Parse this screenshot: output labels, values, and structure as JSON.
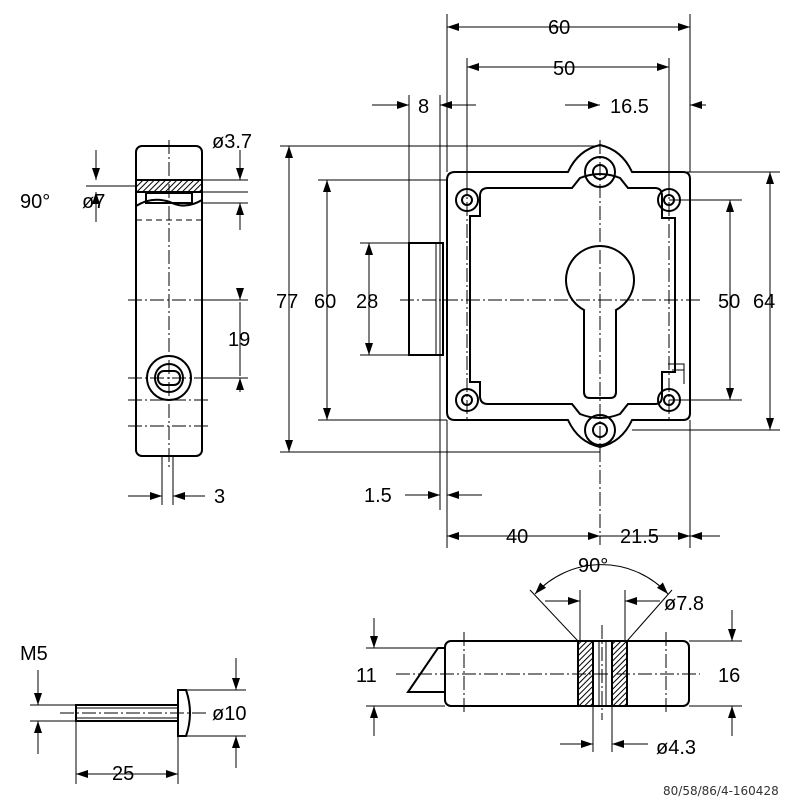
{
  "dimensions": {
    "top_width": "60",
    "top_inner": "50",
    "top_left_offset": "8",
    "top_right_offset": "16.5",
    "height_total": "77",
    "height_inner": "60",
    "height_bolt": "28",
    "right_height_inner": "50",
    "right_height_total": "64",
    "bottom_left_small": "1.5",
    "bottom_left": "40",
    "bottom_right": "21.5",
    "side_hole": "ø3.7",
    "side_angle": "90°",
    "side_countersink": "ø7",
    "side_spacing": "19",
    "side_offset": "3",
    "section_angle": "90°",
    "section_countersink": "ø7.8",
    "section_height_left": "11",
    "section_height_right": "16",
    "section_hole": "ø4.3",
    "screw_thread": "M5",
    "screw_head": "ø10",
    "screw_length": "25"
  },
  "drawing_code": "80/58/86/4-160428",
  "colors": {
    "line": "#000000",
    "background": "#ffffff"
  }
}
